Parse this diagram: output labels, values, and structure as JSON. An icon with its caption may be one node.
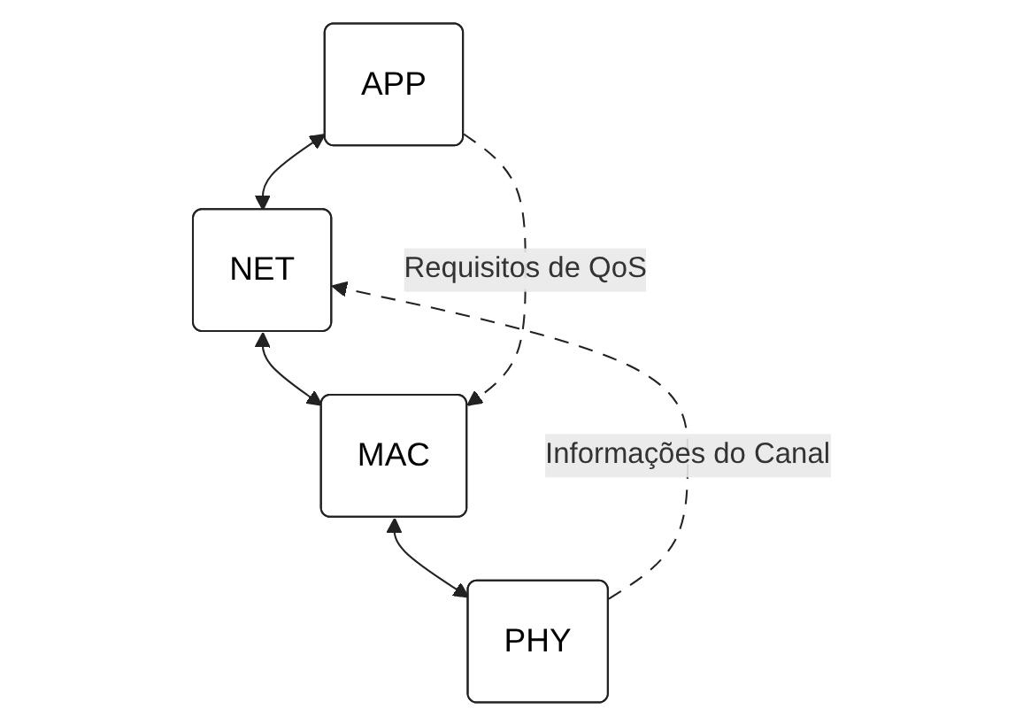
{
  "diagram": {
    "nodes": [
      {
        "text": [
          "APP"
        ]
      },
      {
        "text": [
          "NET"
        ]
      },
      {
        "text": [
          "MAC"
        ]
      },
      {
        "text": [
          "PHY"
        ]
      }
    ],
    "edges": [
      {
        "from": 0,
        "to": 1,
        "arrow": "both"
      },
      {
        "from": 1,
        "to": 2,
        "arrow": "both"
      },
      {
        "from": 2,
        "to": 3,
        "arrow": "both"
      },
      {
        "from": 0,
        "to": 2,
        "arrow": "to",
        "style": "dashed",
        "label": "Requisitos de QoS"
      },
      {
        "from": 3,
        "to": 1,
        "arrow": "to",
        "style": "dashed",
        "label": "Informações do Canal"
      }
    ]
  }
}
